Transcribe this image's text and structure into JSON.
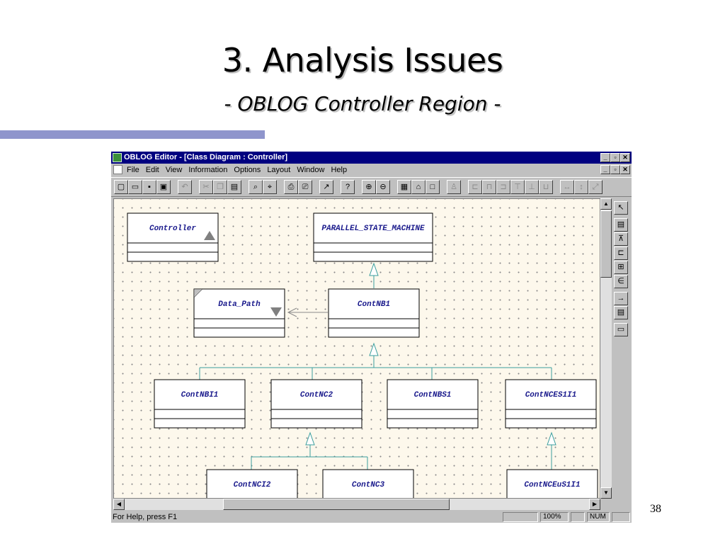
{
  "slide": {
    "title": "3. Analysis Issues",
    "subtitle": "- OBLOG Controller Region -",
    "page_number": "38"
  },
  "window": {
    "title": "OBLOG Editor - [Class Diagram : Controller]",
    "menu": [
      "File",
      "Edit",
      "View",
      "Information",
      "Options",
      "Layout",
      "Window",
      "Help"
    ],
    "status_message": "For Help, press F1",
    "zoom": "100%",
    "num_indicator": "NUM"
  },
  "diagram": {
    "classes": [
      "Controller",
      "PARALLEL_STATE_MACHINE",
      "Data_Path",
      "ContNB1",
      "ContNBI1",
      "ContNC2",
      "ContNBS1",
      "ContNCES1I1",
      "ContNCI2",
      "ContNC3",
      "ContNCEuS1I1"
    ]
  }
}
